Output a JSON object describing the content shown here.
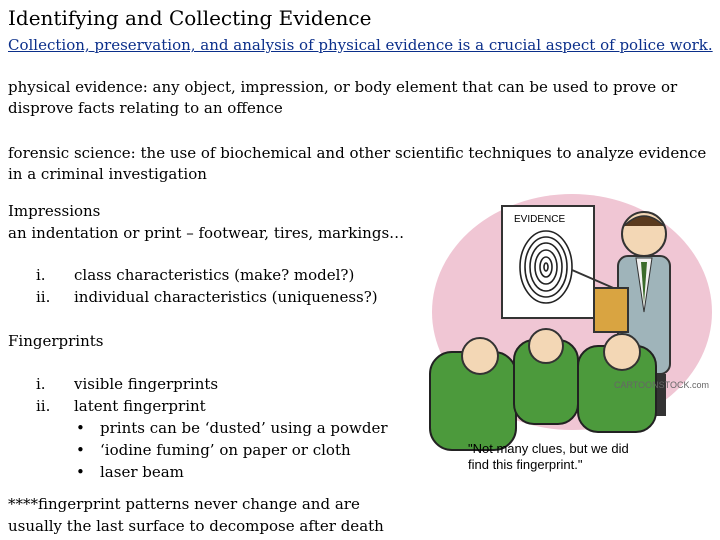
{
  "title": "Identifying and Collecting Evidence",
  "subtitle": "Collection, preservation, and analysis of physical evidence is a crucial aspect of police work.",
  "physical_evidence": {
    "term": "physical evidence:",
    "definition": " any object, impression, or body element that can be used to prove or disprove facts relating to an offence"
  },
  "forensic_science": {
    "term": "forensic science:",
    "definition": " the use of biochemical and other scientific techniques to analyze evidence in a criminal investigation"
  },
  "impressions": {
    "heading": "Impressions",
    "description": "an indentation or print – footwear, tires, markings…",
    "items": [
      {
        "num": "i.",
        "text": "class characteristics (make? model?)"
      },
      {
        "num": "ii.",
        "text": "individual characteristics (uniqueness?)"
      }
    ]
  },
  "fingerprints": {
    "heading": "Fingerprints",
    "items": [
      {
        "num": "i.",
        "text": "visible fingerprints"
      },
      {
        "num": "ii.",
        "text": "latent fingerprint"
      }
    ],
    "bullets": [
      "prints can be ‘dusted’ using a powder",
      "‘iodine fuming’ on paper or cloth",
      "laser beam"
    ]
  },
  "note": "****fingerprint patterns never change and are usually the last surface to decompose after death",
  "cartoon": {
    "board_label": "EVIDENCE",
    "watermark": "CARTOONSTOCK.com",
    "caption_lines": [
      "\"Not many clues, but we did",
      "find this fingerprint.\""
    ]
  }
}
